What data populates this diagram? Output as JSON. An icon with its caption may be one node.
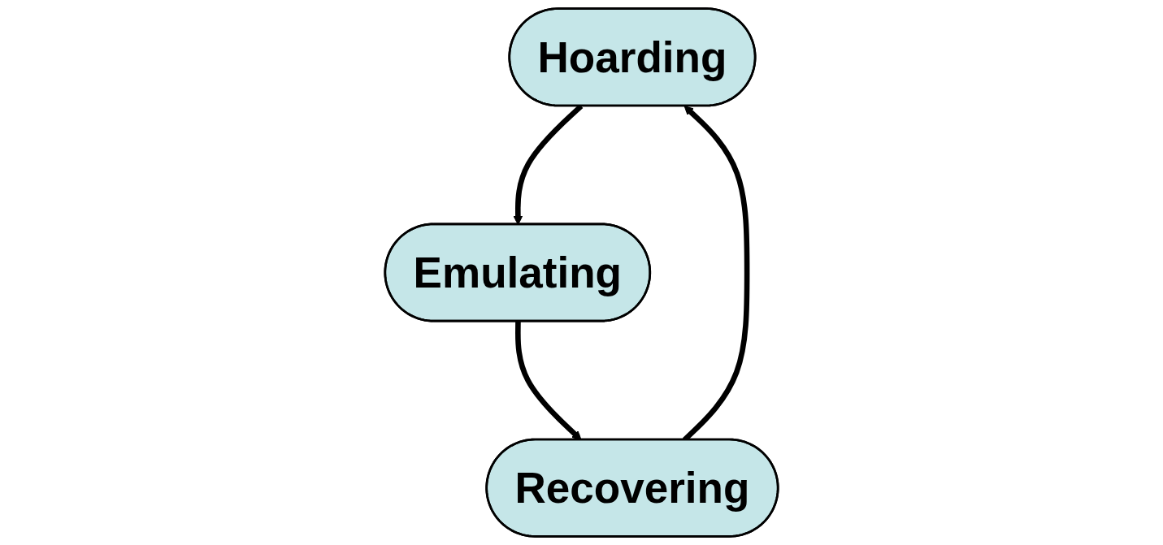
{
  "diagram": {
    "nodes": [
      {
        "text": [
          "Hoarding"
        ]
      },
      {
        "text": [
          "Emulating"
        ]
      },
      {
        "text": [
          "Recovering"
        ]
      }
    ],
    "edges": [
      {
        "from": 0,
        "to": 1,
        "arrow": "to"
      },
      {
        "from": 1,
        "to": 2,
        "arrow": "to"
      },
      {
        "from": 2,
        "to": 0,
        "arrow": "to"
      }
    ]
  }
}
